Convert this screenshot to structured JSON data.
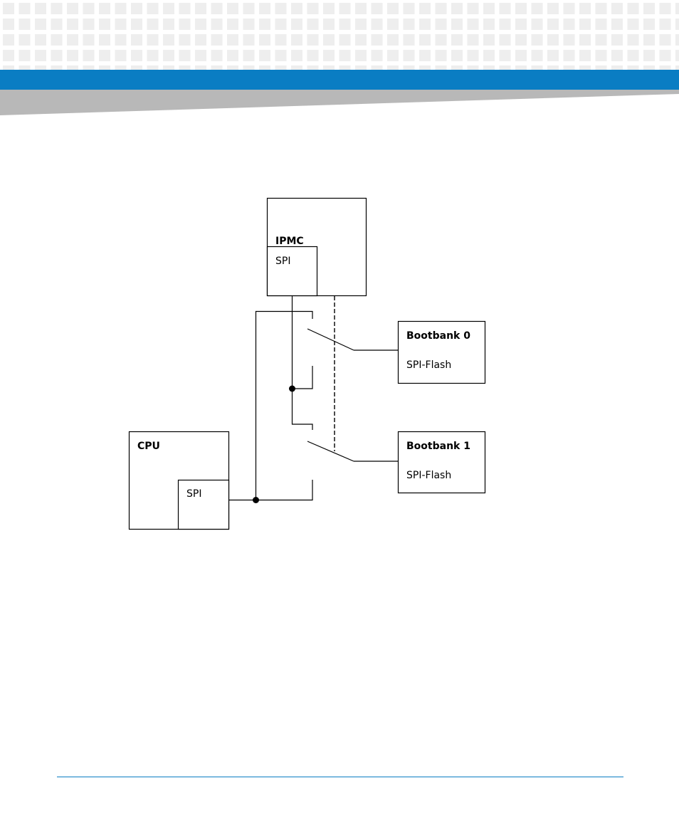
{
  "colors": {
    "brand_blue": "#0a7dc3",
    "swoosh_gray": "#b8b8b8",
    "pattern_gray": "#eeeeee",
    "line": "#000000"
  },
  "diagram": {
    "ipmc": {
      "label": "IPMC",
      "spi_label": "SPI"
    },
    "cpu": {
      "label": "CPU",
      "spi_label": "SPI"
    },
    "bootbank0": {
      "title": "Bootbank 0",
      "subtitle": "SPI-Flash"
    },
    "bootbank1": {
      "title": "Bootbank 1",
      "subtitle": "SPI-Flash"
    }
  }
}
